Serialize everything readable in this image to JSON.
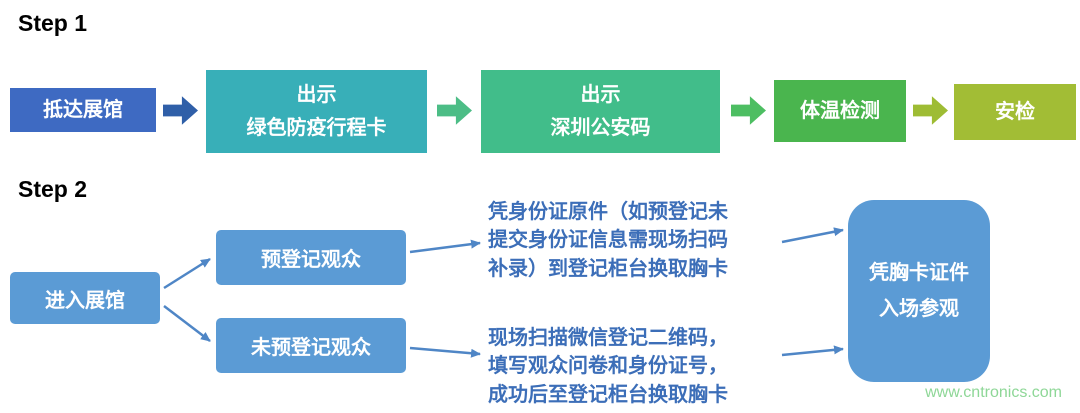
{
  "step1": {
    "label": "Step 1",
    "nodes": [
      {
        "text": "抵达展馆",
        "bg": "#3e6ac2"
      },
      {
        "text": "出示\n绿色防疫行程卡",
        "bg": "#38afb8"
      },
      {
        "text": "出示\n深圳公安码",
        "bg": "#41bd8a"
      },
      {
        "text": "体温检测",
        "bg": "#4ab54e"
      },
      {
        "text": "安检",
        "bg": "#a2bd35"
      }
    ],
    "arrows": [
      {
        "color": "#2f5fa8"
      },
      {
        "color": "#4cbd86"
      },
      {
        "color": "#4dbe62"
      },
      {
        "color": "#9ebc34"
      }
    ]
  },
  "step2": {
    "label": "Step 2",
    "start": {
      "text": "进入展馆",
      "bg": "#5b9bd5"
    },
    "branches": [
      {
        "node": {
          "text": "预登记观众",
          "bg": "#5b9bd5"
        },
        "description": "凭身份证原件（如预登记未\n提交身份证信息需现场扫码\n补录）到登记柜台换取胸卡"
      },
      {
        "node": {
          "text": "未预登记观众",
          "bg": "#5b9bd5"
        },
        "description": "现场扫描微信登记二维码，\n填写观众问卷和身份证号，\n成功后至登记柜台换取胸卡"
      }
    ],
    "end": {
      "text": "凭胸卡证件\n入场参观",
      "bg": "#5b9bd5"
    },
    "description_color": "#3c6eb8",
    "arrow_color": "#4f86c6"
  },
  "watermark": {
    "text": "www.cntronics.com",
    "color": "#8ed797"
  }
}
